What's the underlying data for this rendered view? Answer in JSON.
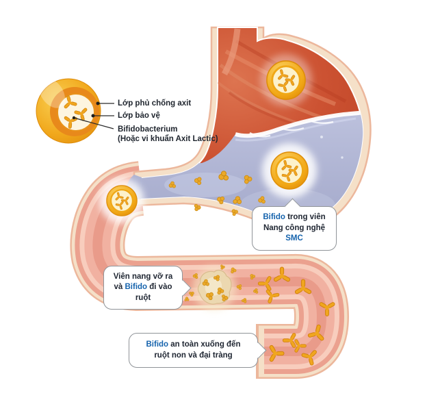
{
  "inset_labels": {
    "coating": "Lớp phủ chống axit",
    "protective": "Lớp bảo vệ",
    "bacterium_line1": "Bifidobacterium",
    "bacterium_line2": "(Hoặc vi khuẩn Axit Lactic)"
  },
  "bubbles": {
    "capsule": {
      "blue1": "Bifido",
      "rest1": " trong viên",
      "line2": "Nang công nghệ",
      "blue3": "SMC"
    },
    "burst": {
      "line1": "Viên nang vỡ ra",
      "pre2": "và ",
      "blue2": "Bifido",
      "post2": " đi vào",
      "line3": "ruột"
    },
    "safe": {
      "blue1": "Bifido",
      "rest1": " an toàn xuống đến",
      "line2": "ruột non và đại tràng"
    }
  },
  "colors": {
    "accent_blue": "#1563ad",
    "text_dark": "#202733",
    "bubble_border": "#8f9398",
    "stomach_red": "#c84e2e",
    "acid_liquid_blue": "#aab0d2",
    "intestine_pink": "#eba18f",
    "wall_cream": "#f5e0c8",
    "capsule_gold": "#f2a918"
  }
}
